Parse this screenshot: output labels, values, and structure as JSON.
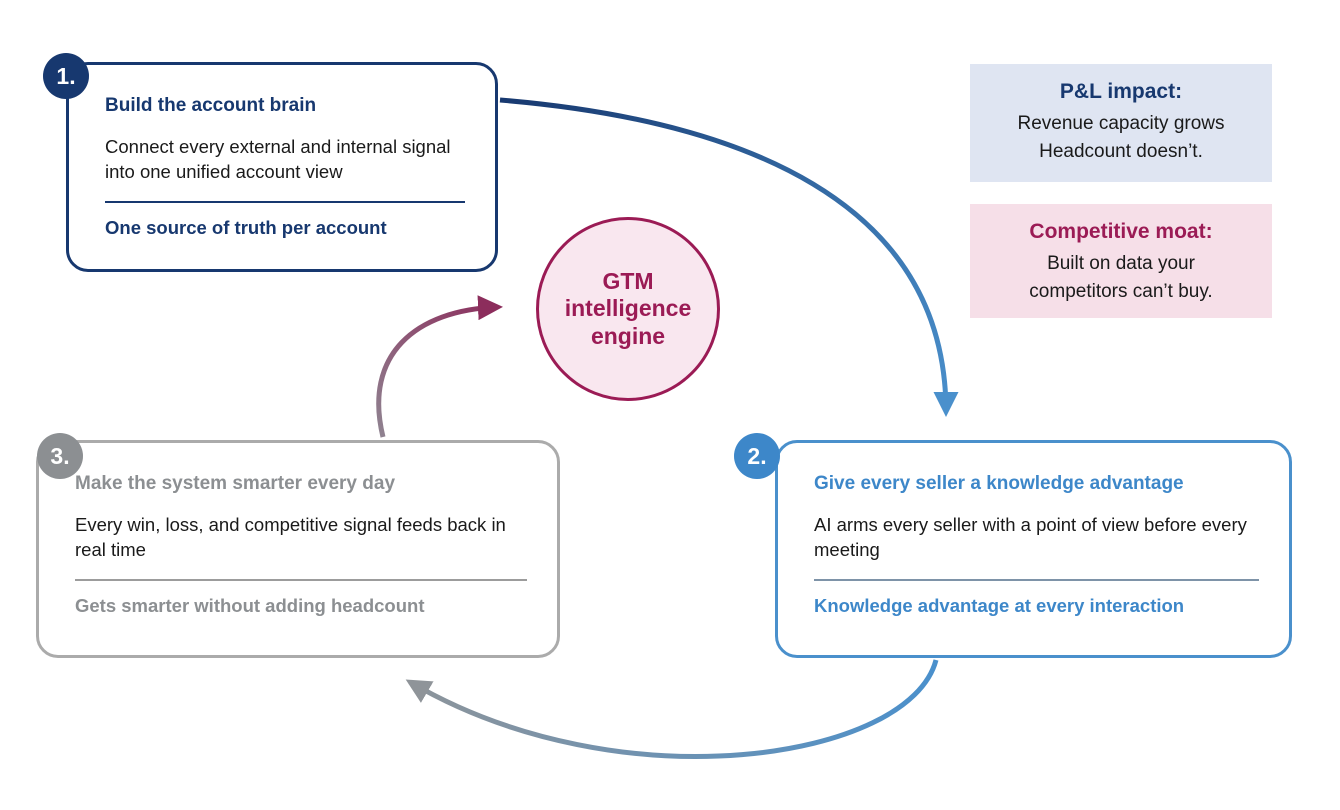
{
  "steps": [
    {
      "number": "1.",
      "title": "Build the account brain",
      "body": "Connect every external and internal signal into one unified account view",
      "footer": "One source of truth per account"
    },
    {
      "number": "2.",
      "title": "Give every seller a knowledge advantage",
      "body": "AI arms every seller with a point of view before every meeting",
      "footer": "Knowledge advantage at every interaction"
    },
    {
      "number": "3.",
      "title": "Make the system smarter every day",
      "body": "Every win, loss, and competitive signal feeds back in real time",
      "footer": "Gets smarter without adding headcount"
    }
  ],
  "center": {
    "label": "GTM intelligence engine"
  },
  "callouts": {
    "pl": {
      "title": "P&L impact:",
      "line1": "Revenue capacity grows",
      "line2": "Headcount doesn’t."
    },
    "moat": {
      "title": "Competitive moat:",
      "line1": "Built on data your",
      "line2": "competitors can’t buy."
    }
  },
  "colors": {
    "navy": "#17386f",
    "blue": "#3d87c9",
    "gray": "#8c8f92",
    "maroon": "#9b1b55",
    "center_bg": "#f9e7ef",
    "callout_pl_bg": "#dfe5f2",
    "callout_moat_bg": "#f6dfe8"
  }
}
